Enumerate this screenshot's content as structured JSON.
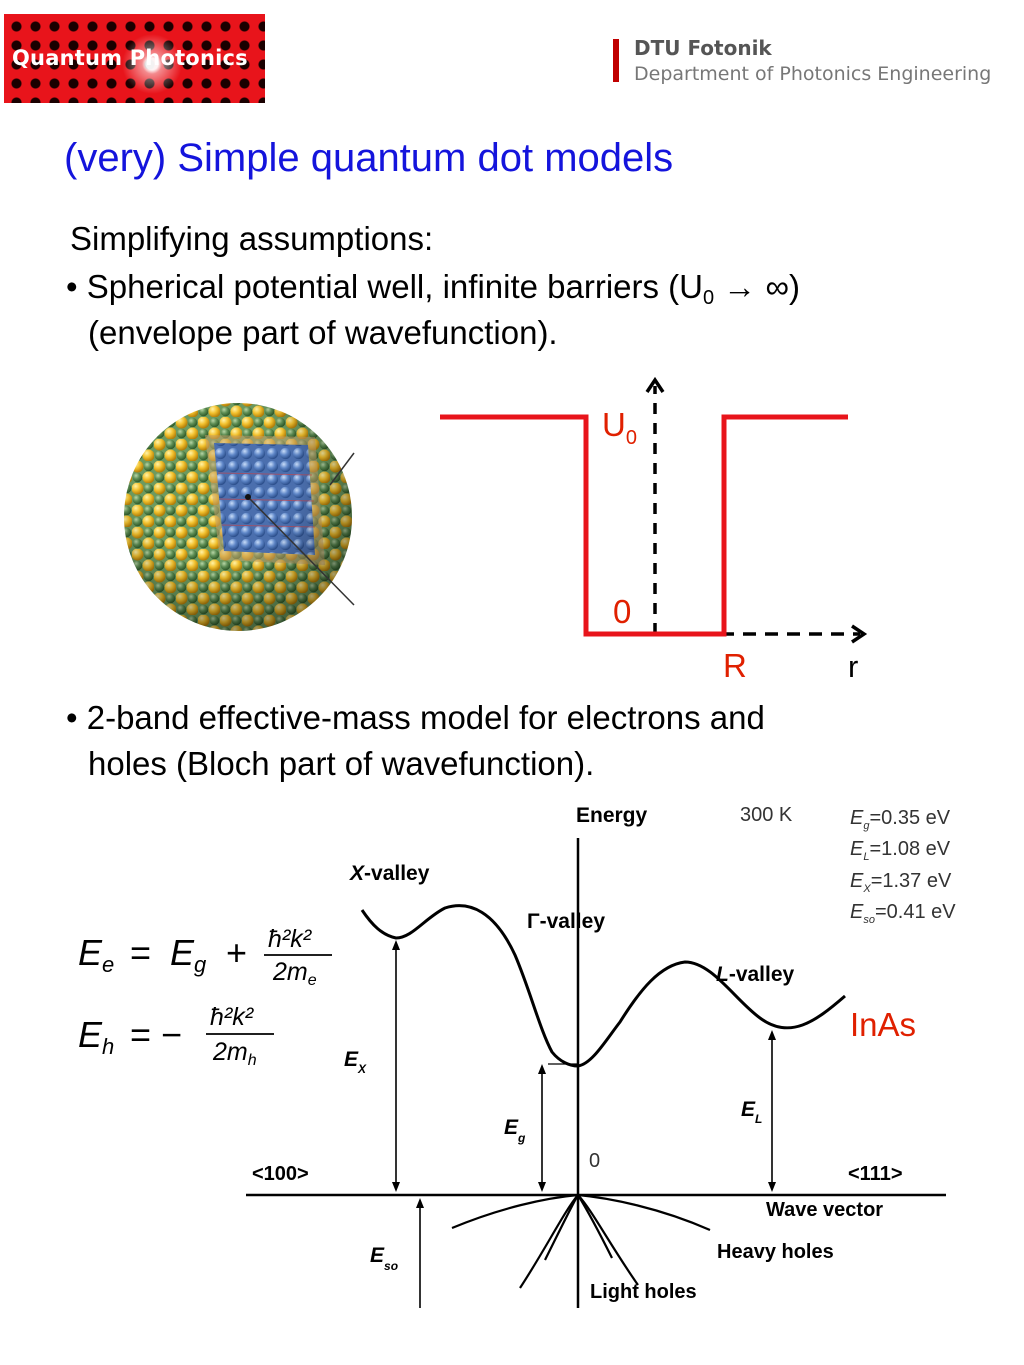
{
  "logo": {
    "text": "Quantum Photonics"
  },
  "institution": {
    "name": "DTU Fotonik",
    "department": "Department of Photonics Engineering"
  },
  "slide": {
    "title": "(very) Simple quantum dot models",
    "heading": "Simplifying assumptions:",
    "bullet1": {
      "marker": "•",
      "line1_before": "Spherical potential well, infinite barriers (U",
      "line1_sub": "0",
      "line1_after": " → ∞)",
      "line2": "(envelope part of wavefunction)."
    },
    "bullet2": {
      "marker": "•",
      "line1": "2-band effective-mass model for electrons and",
      "line2": "holes (Bloch part of wavefunction)."
    }
  },
  "well_diagram": {
    "u_label": "U",
    "u_sub": "0",
    "zero_label": "0",
    "r_radius_label": "R",
    "r_axis_label": "r"
  },
  "equations": {
    "electron": {
      "lhs": "E",
      "lhs_sub": "e",
      "rhs_e": "E",
      "rhs_e_sub": "g",
      "plus": "+",
      "num": "ħ²k²",
      "den_prefix": "2m",
      "den_sub": "e"
    },
    "hole": {
      "lhs": "E",
      "lhs_sub": "h",
      "minus": "= −",
      "num": "ħ²k²",
      "den_prefix": "2m",
      "den_sub": "h"
    },
    "equals": "="
  },
  "band_diagram": {
    "energy_label": "Energy",
    "temperature": "300 K",
    "params": [
      {
        "sym": "E",
        "sub": "g",
        "value": "=0.35 eV"
      },
      {
        "sym": "E",
        "sub": "L",
        "value": "=1.08 eV"
      },
      {
        "sym": "E",
        "sub": "X",
        "value": "=1.37 eV"
      },
      {
        "sym": "E",
        "sub": "so",
        "value": "=0.41 eV"
      }
    ],
    "x_valley_italic": "X",
    "x_valley_rest": "-valley",
    "gamma_valley": "Γ-valley",
    "l_valley_italic": "L",
    "l_valley_rest": "-valley",
    "material": "InAs",
    "ex_label": "E",
    "ex_sub": "X",
    "eg_label": "E",
    "eg_sub": "g",
    "el_label": "E",
    "el_sub": "L",
    "eso_label": "E",
    "eso_sub": "so",
    "zero": "0",
    "dir_left": "<100>",
    "dir_right": "<111>",
    "wave_vector": "Wave vector",
    "heavy_holes": "Heavy holes",
    "light_holes": "Light holes"
  },
  "colors": {
    "title": "#1414dc",
    "well": "#e8141b",
    "highlight": "#e02000"
  }
}
